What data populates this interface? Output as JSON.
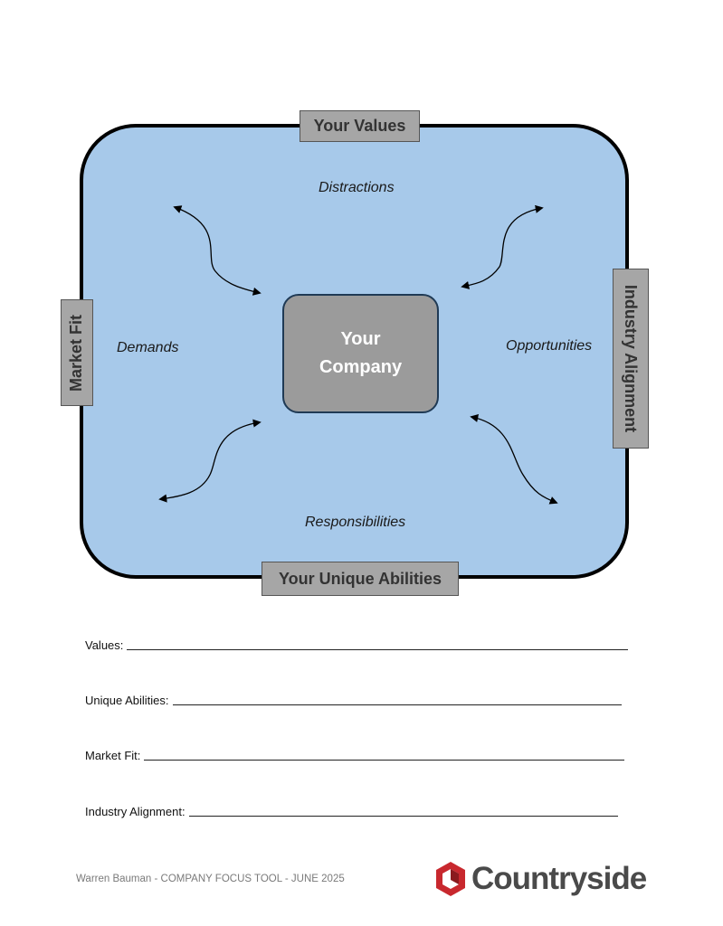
{
  "diagram": {
    "sides": {
      "top": "Your Values",
      "bottom": "Your Unique Abilities",
      "left": "Market Fit",
      "right": "Industry Alignment"
    },
    "center": {
      "line1": "Your",
      "line2": "Company"
    },
    "forces": {
      "top": "Distractions",
      "bottom": "Responsibilities",
      "left": "Demands",
      "right": "Opportunities"
    },
    "colors": {
      "frame_fill": "#a7c9ea",
      "tag_fill": "#a6a6a6",
      "center_fill": "#9b9b9b",
      "logo_red": "#c8282e"
    }
  },
  "form": {
    "values": "Values:",
    "unique_abilities": "Unique Abilities:",
    "market_fit": "Market Fit:",
    "industry_alignment": "Industry Alignment:"
  },
  "footer": {
    "text": "Warren Bauman  -  COMPANY FOCUS TOOL - JUNE 2025",
    "logo_text": "Countryside",
    "logo_icon": "hexagon-logo-icon"
  }
}
